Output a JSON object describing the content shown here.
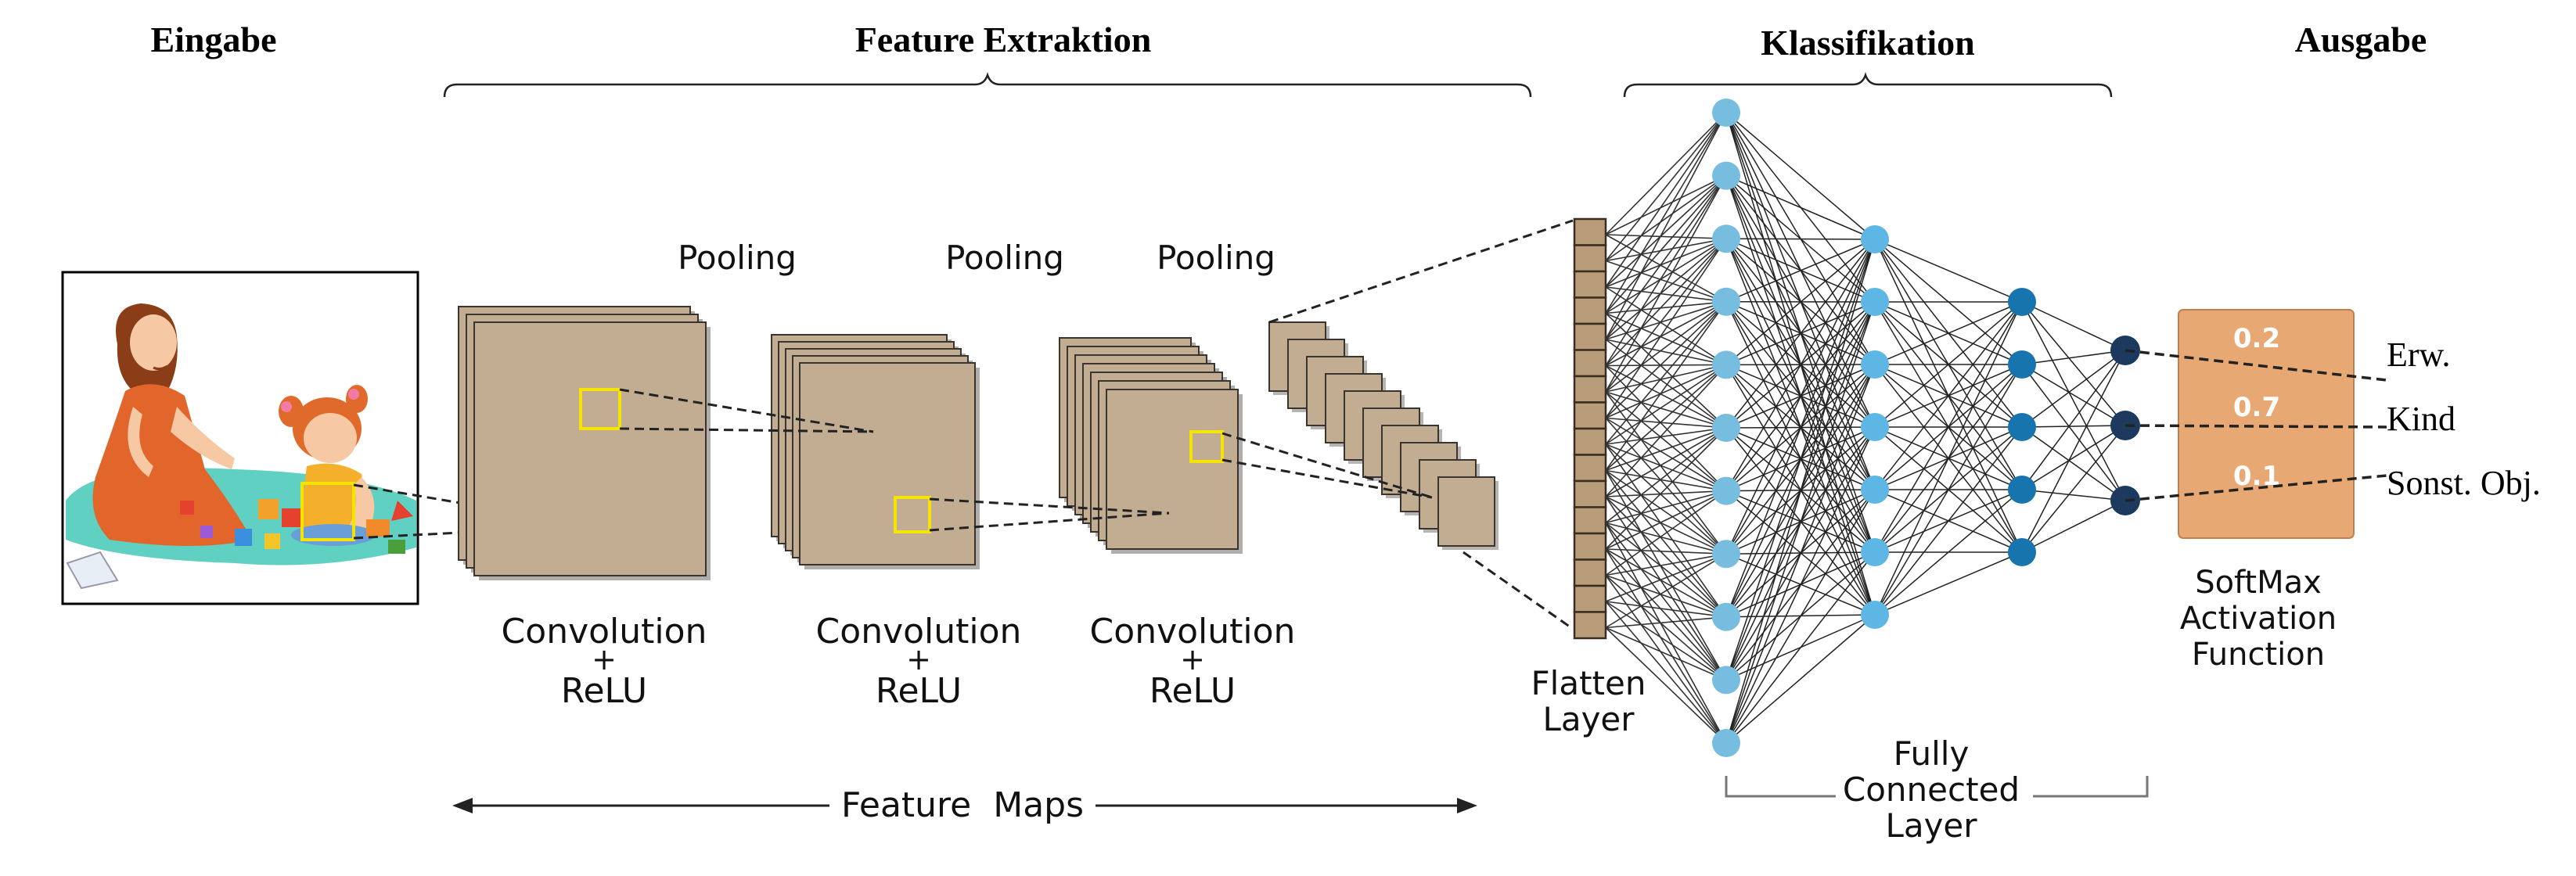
{
  "sections": {
    "input": "Eingabe",
    "feature_extraction": "Feature Extraktion",
    "classification": "Klassifikation",
    "output": "Ausgabe"
  },
  "feature_stages": [
    {
      "conv_line1": "Convolution",
      "conv_line2": "+",
      "conv_line3": "ReLU",
      "pool": "Pooling"
    },
    {
      "conv_line1": "Convolution",
      "conv_line2": "+",
      "conv_line3": "ReLU",
      "pool": "Pooling"
    },
    {
      "conv_line1": "Convolution",
      "conv_line2": "+",
      "conv_line3": "ReLU",
      "pool": "Pooling"
    }
  ],
  "feature_maps_label": "Feature  Maps",
  "flatten": {
    "line1": "Flatten",
    "line2": "Layer"
  },
  "fully_connected": {
    "line1": "Fully",
    "line2": "Connected",
    "line3": "Layer"
  },
  "softmax": {
    "values": [
      "0.2",
      "0.7",
      "0.1"
    ],
    "label_line1": "SoftMax",
    "label_line2": "Activation",
    "label_line3": "Function",
    "box_color": "#e8a873"
  },
  "outputs": [
    "Erw.",
    "Kind",
    "Sonst. Obj."
  ],
  "colors": {
    "feature_map": "#c3ad92",
    "highlight": "#f5e400",
    "neuron_input": "#76bde0",
    "neuron_hidden1": "#5db6e4",
    "neuron_hidden2": "#1874ad",
    "neuron_output": "#1b3a5e",
    "flatten_cell": "#b99c7a"
  }
}
